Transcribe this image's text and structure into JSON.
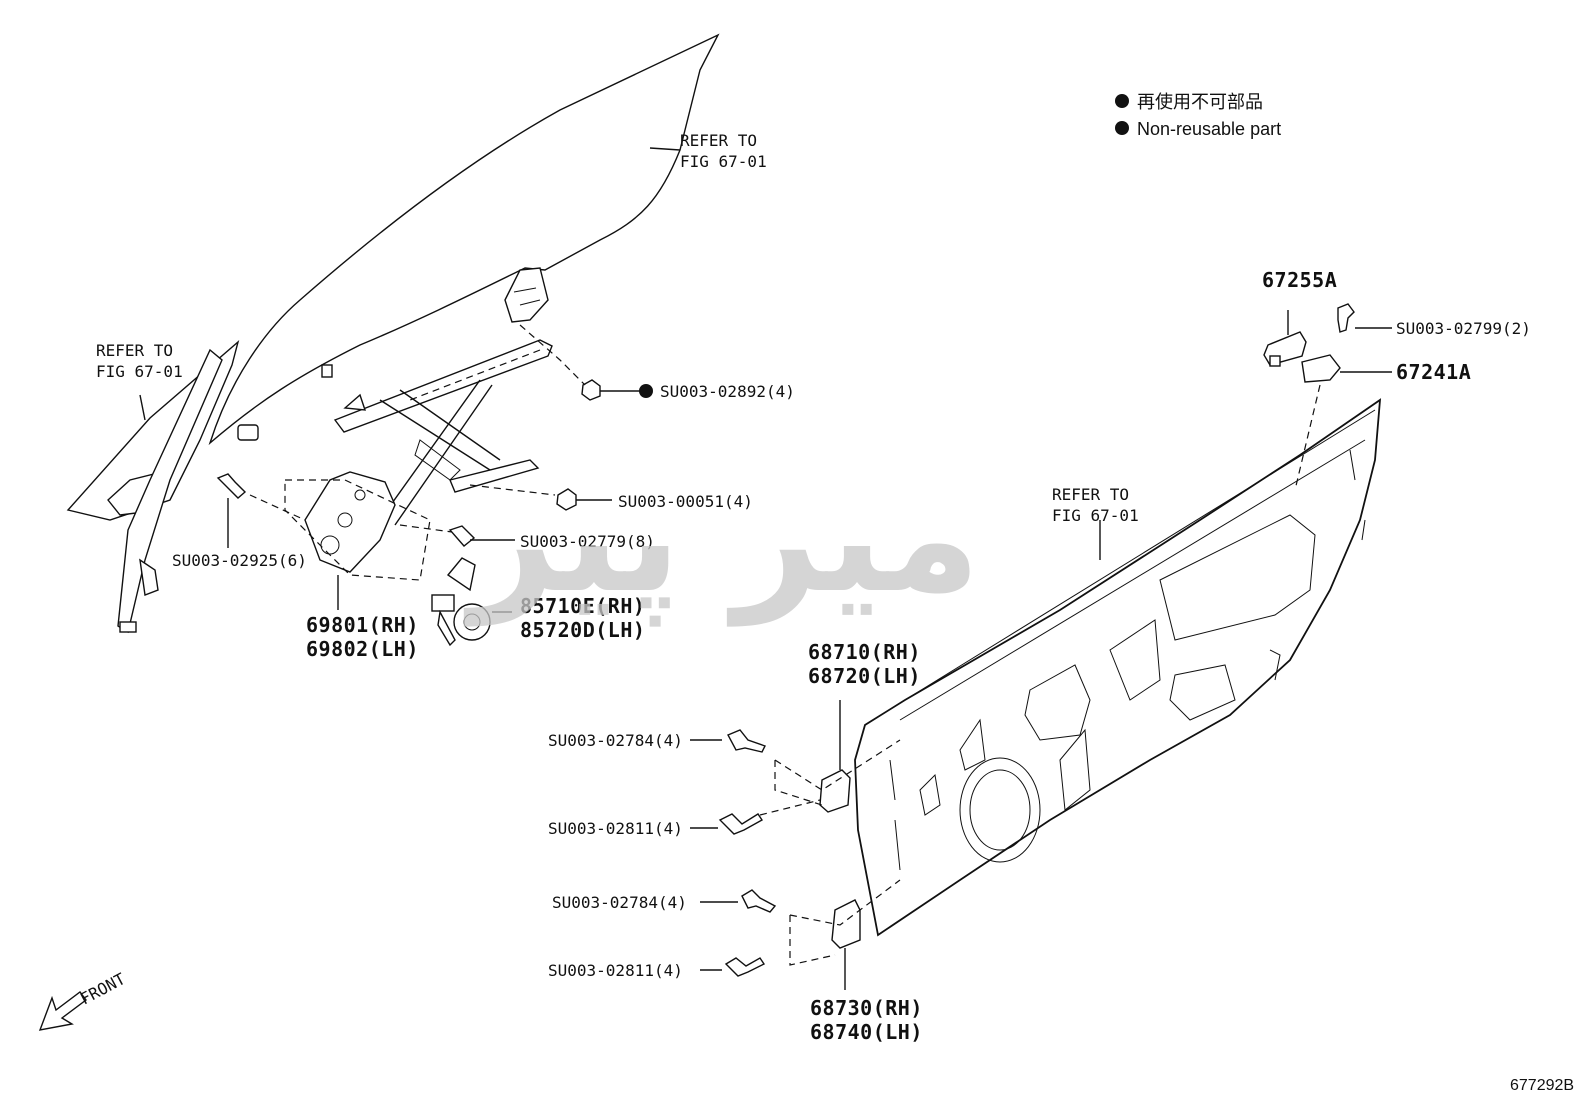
{
  "legend": {
    "jp": "再使用不可部品",
    "en": "Non-reusable part"
  },
  "refs": {
    "glass": [
      "REFER TO",
      "FIG 67-01"
    ],
    "quarter": [
      "REFER TO",
      "FIG 67-01"
    ],
    "door_panel": [
      "REFER TO",
      "FIG 67-01"
    ]
  },
  "parts": {
    "p67255A": "67255A",
    "p67241A": "67241A",
    "p69801": "69801(RH)",
    "p69802": "69802(LH)",
    "p85710E": "85710E(RH)",
    "p85720D": "85720D(LH)",
    "p68710": "68710(RH)",
    "p68720": "68720(LH)",
    "p68730": "68730(RH)",
    "p68740": "68740(LH)"
  },
  "bolts": {
    "b02892": "SU003-02892(4)",
    "b00051": "SU003-00051(4)",
    "b02779": "SU003-02779(8)",
    "b02925": "SU003-02925(6)",
    "b02799": "SU003-02799(2)",
    "b02784a": "SU003-02784(4)",
    "b02811a": "SU003-02811(4)",
    "b02784b": "SU003-02784(4)",
    "b02811b": "SU003-02811(4)"
  },
  "front_label": "FRONT",
  "fig_code": "677292B",
  "watermark": "ﻣﻴﺮ ﭘﻴﺮ",
  "colors": {
    "line": "#111111",
    "watermark": "#c8c8c8",
    "background": "#ffffff"
  }
}
